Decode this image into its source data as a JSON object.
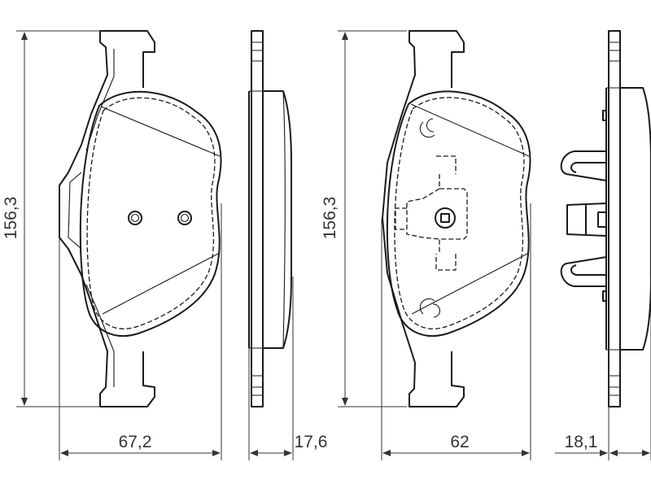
{
  "drawing": {
    "front_view_1": {
      "height_label": "156,3",
      "width_label": "67,2"
    },
    "side_view_1": {
      "thickness_label": "17,6"
    },
    "front_view_2": {
      "height_label": "156,3",
      "width_label": "62"
    },
    "side_view_2": {
      "thickness_label": "18,1"
    }
  },
  "colors": {
    "line": "#1a1a1a",
    "background": "#ffffff"
  }
}
